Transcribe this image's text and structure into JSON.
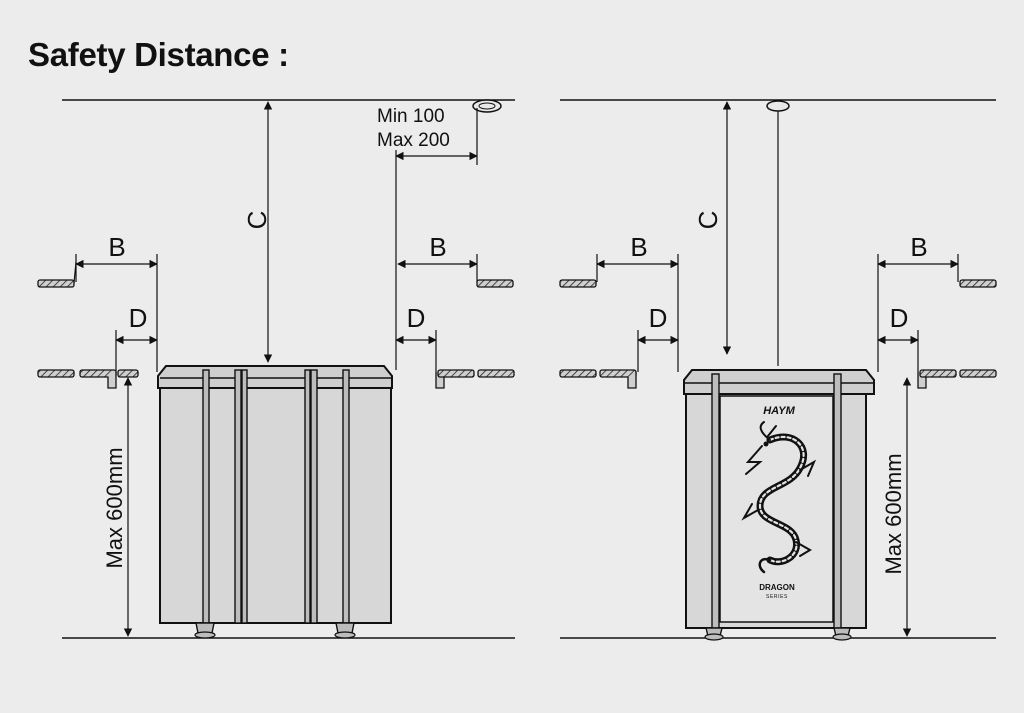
{
  "title": "Safety Distance :",
  "labels": {
    "b": "B",
    "c": "C",
    "d": "D",
    "max_height": "Max 600mm",
    "min_dist": "Min 100",
    "max_dist": "Max 200"
  },
  "product": {
    "brand": "HAYM",
    "series_name": "DRAGON",
    "series_sub": "SERIES"
  }
}
